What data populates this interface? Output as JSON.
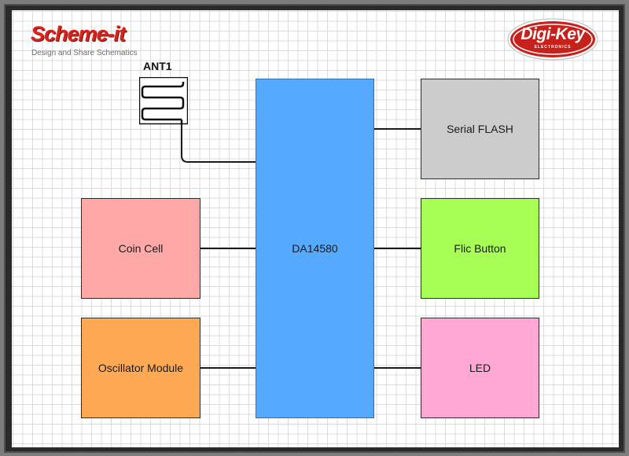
{
  "branding": {
    "app_logo_text": "Scheme-it",
    "app_tagline": "Design and Share Schematics",
    "vendor_logo_text": "Digi-Key",
    "vendor_logo_subtext": "ELECTRONICS"
  },
  "colors": {
    "sheet_background": "#ffffff",
    "grid_line": "#dcdcdc",
    "wire": "#1a1a1a",
    "mcu": "#55a9ff",
    "serial_flash": "#cccccc",
    "coin_cell": "#ffa8a8",
    "flic_button": "#a7ff55",
    "oscillator": "#ffa955",
    "led": "#ffa8d4",
    "brand_red": "#d8241d"
  },
  "diagram": {
    "antenna": {
      "label": "ANT1",
      "icon": "antenna-icon"
    },
    "blocks": {
      "mcu": {
        "label": "DA14580"
      },
      "serial_flash": {
        "label": "Serial FLASH"
      },
      "coin_cell": {
        "label": "Coin Cell"
      },
      "flic_button": {
        "label": "Flic Button"
      },
      "oscillator": {
        "label": "Oscillator Module"
      },
      "led": {
        "label": "LED"
      }
    },
    "connections": [
      {
        "from": "ANT1",
        "to": "DA14580"
      },
      {
        "from": "DA14580",
        "to": "Serial FLASH"
      },
      {
        "from": "Coin Cell",
        "to": "DA14580"
      },
      {
        "from": "DA14580",
        "to": "Flic Button"
      },
      {
        "from": "Oscillator Module",
        "to": "DA14580"
      },
      {
        "from": "DA14580",
        "to": "LED"
      }
    ]
  }
}
